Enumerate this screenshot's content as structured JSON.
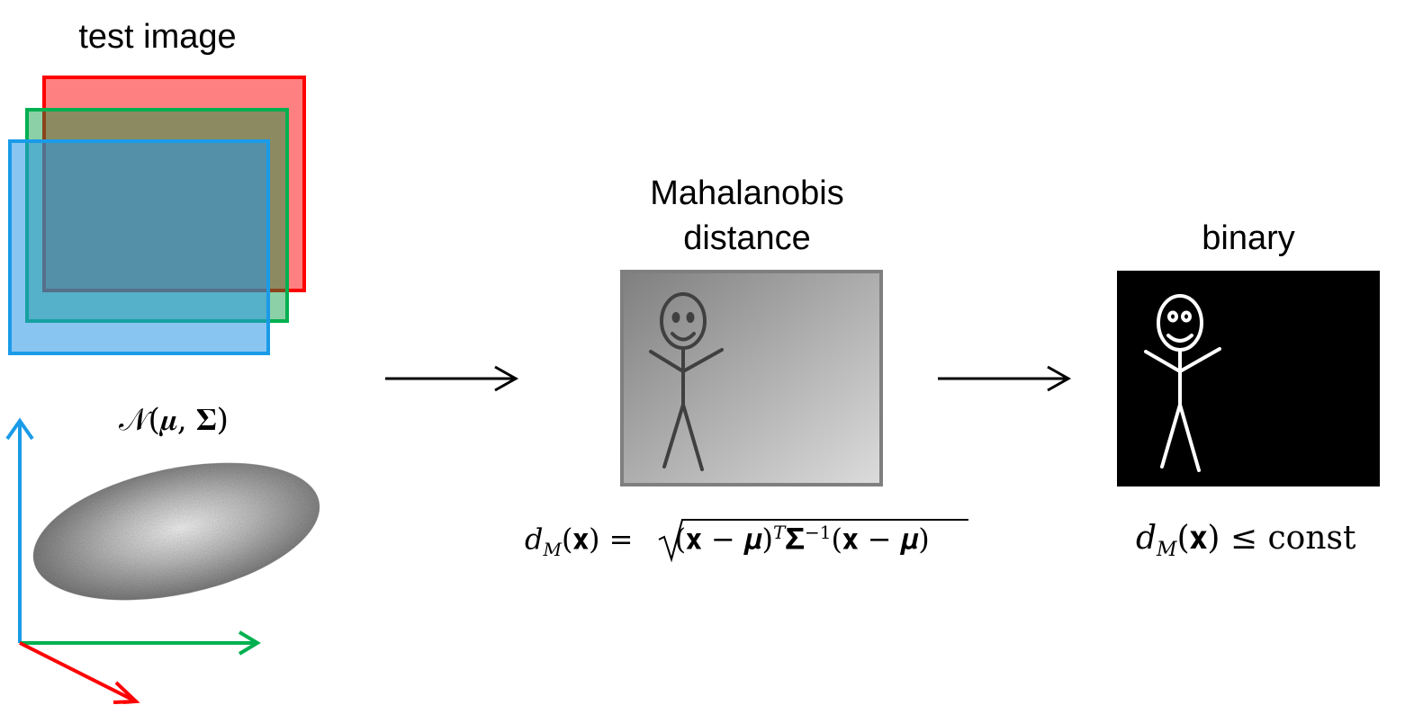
{
  "labels": {
    "test_image": "test image",
    "mahalanobis_line1": "Mahalanobis",
    "mahalanobis_line2": "distance",
    "binary": "binary"
  },
  "formulas": {
    "gaussian": "𝒩(𝝁, 𝚺)",
    "distance_lhs": "d",
    "distance_sub": "M",
    "distance_arg": "(𝐱) = ",
    "distance_root": "√",
    "distance_rhs_a": "(𝐱 − 𝝁)",
    "distance_sup_t": "T",
    "distance_rhs_b": "𝚺",
    "distance_sup_inv": "−1",
    "distance_rhs_c": "(𝐱 − 𝝁)",
    "threshold_lhs": "d",
    "threshold_sub": "M",
    "threshold_rest": "(𝐱) ≤ const"
  },
  "colors": {
    "red_channel": "#ff0000",
    "red_fill": "#ff8080",
    "green_channel": "#00b050",
    "green_fill": "#7fd99a",
    "blue_channel": "#1a9be8",
    "blue_fill": "#7fc4ff",
    "distance_image_dark": "#7f7f7f",
    "distance_image_light": "#d9d9d9",
    "distance_figure": "#404040",
    "binary_background": "#000000",
    "binary_figure": "#ffffff"
  },
  "icons": {
    "stick_figure": "stick-figure-icon",
    "arrow": "right-arrow-icon"
  }
}
